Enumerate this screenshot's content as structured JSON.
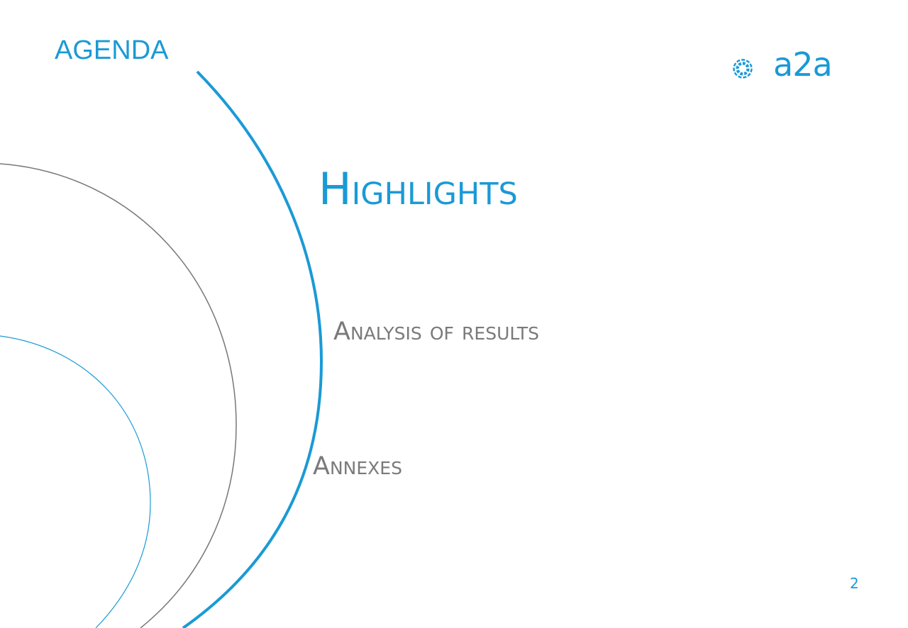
{
  "header": {
    "title": "AGENDA"
  },
  "logo": {
    "brand_text": "a2a",
    "icon": "a2a-dashed-circle-logo-icon"
  },
  "agenda": {
    "items": [
      {
        "label": "Highlights",
        "state": "active",
        "color": "#1a9ad6"
      },
      {
        "label": "Analysis of results",
        "state": "inactive",
        "color": "#7a7a7a"
      },
      {
        "label": "Annexes",
        "state": "inactive",
        "color": "#7a7a7a"
      }
    ]
  },
  "footer": {
    "page_number": "2"
  },
  "colors": {
    "accent": "#1a9ad6",
    "muted": "#7a7a7a",
    "background": "#ffffff"
  }
}
